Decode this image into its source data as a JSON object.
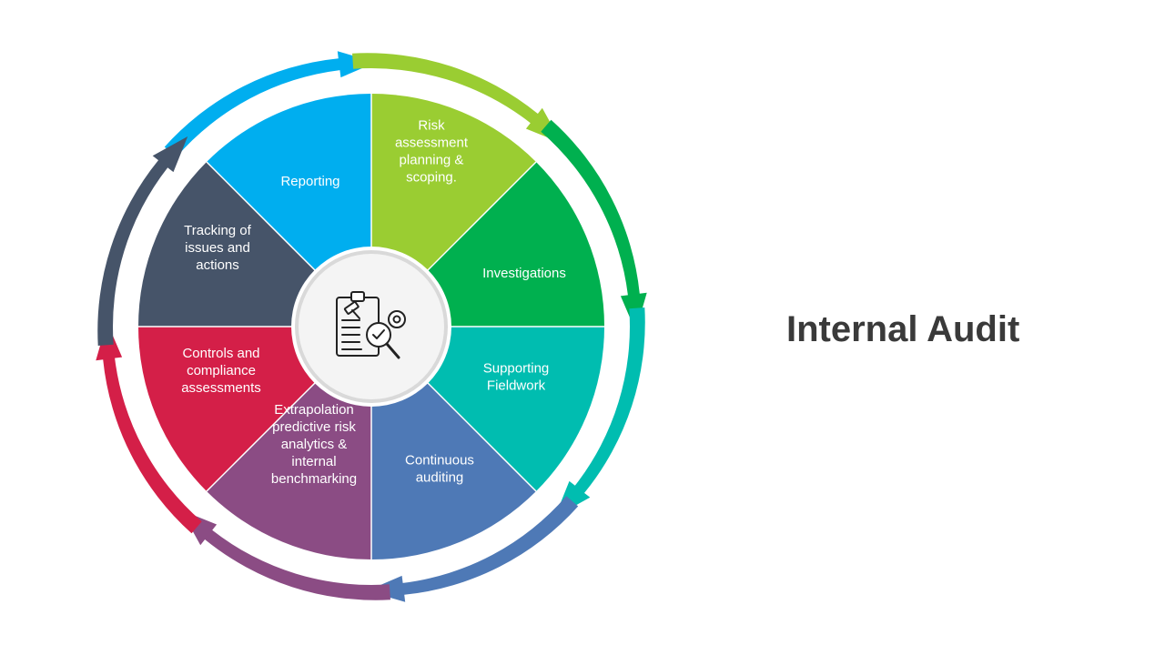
{
  "title": "Internal Audit",
  "center_icon": "audit-checklist-magnifier-gear-icon",
  "segments": [
    {
      "lines": [
        "Reporting"
      ],
      "color": "#00AEEF"
    },
    {
      "lines": [
        "Risk",
        "assessment",
        "planning &",
        "scoping."
      ],
      "color": "#9ACD32"
    },
    {
      "lines": [
        "Investigations"
      ],
      "color": "#00B04F"
    },
    {
      "lines": [
        "Supporting",
        "Fieldwork"
      ],
      "color": "#00BDB0"
    },
    {
      "lines": [
        "Continuous",
        "auditing"
      ],
      "color": "#4E79B6"
    },
    {
      "lines": [
        "Extrapolation",
        "predictive risk",
        "analytics &",
        "internal",
        "benchmarking"
      ],
      "color": "#8B4C84"
    },
    {
      "lines": [
        "Controls and",
        "compliance",
        "assessments"
      ],
      "color": "#D41F48"
    },
    {
      "lines": [
        "Tracking of",
        "issues and",
        "actions"
      ],
      "color": "#465469"
    }
  ]
}
